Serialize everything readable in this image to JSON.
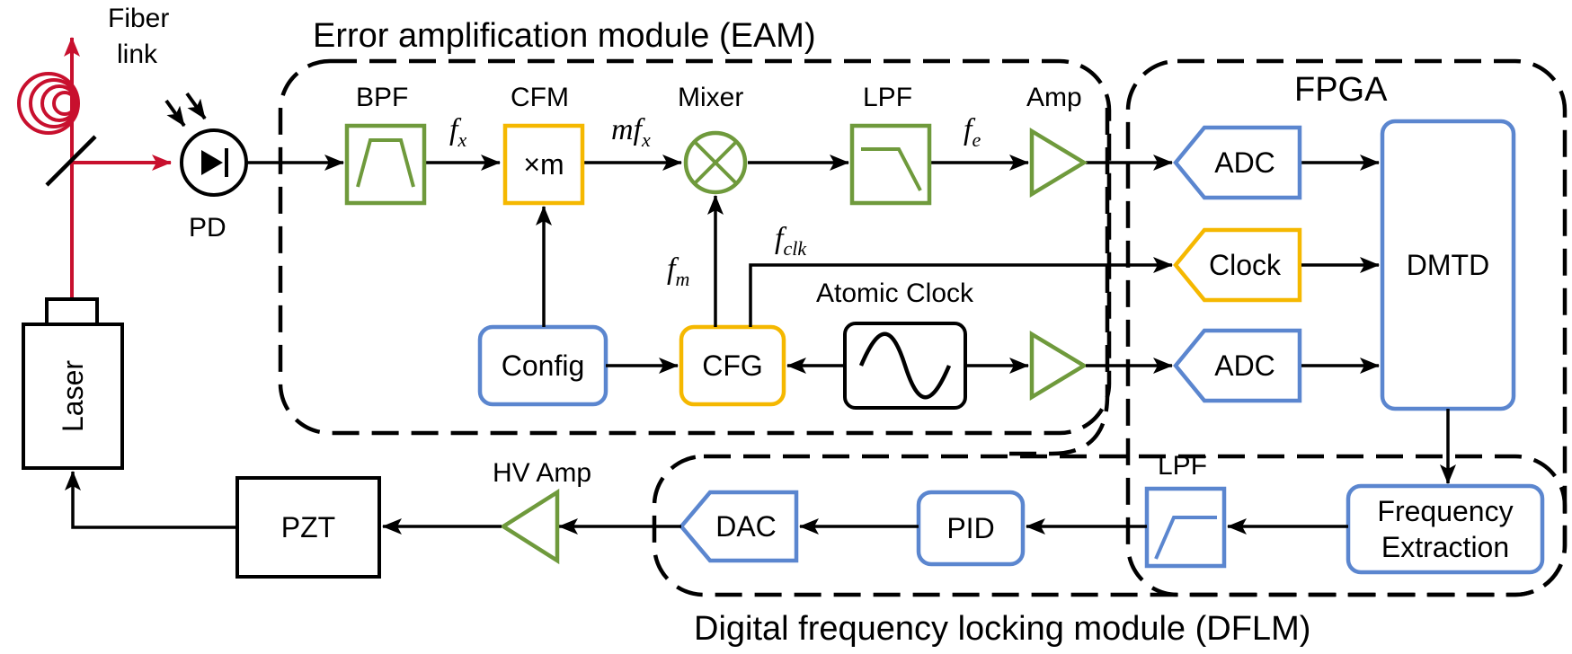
{
  "fiber": {
    "line1": "Fiber",
    "line2": "link"
  },
  "modules": {
    "eam": "Error amplification module (EAM)",
    "fpga": "FPGA",
    "dflm": "Digital frequency locking module (DFLM)"
  },
  "labels": {
    "bpf": "BPF",
    "cfm": "CFM",
    "mixer": "Mixer",
    "lpf_top": "LPF",
    "amp": "Amp",
    "pd": "PD",
    "atomic_clock": "Atomic Clock",
    "hv_amp": "HV Amp",
    "lpf_bottom": "LPF"
  },
  "boxes": {
    "multiplier": "×m",
    "config": "Config",
    "cfg": "CFG",
    "adc1": "ADC",
    "clock": "Clock",
    "adc2": "ADC",
    "dmtd": "DMTD",
    "freq_line1": "Frequency",
    "freq_line2": "Extraction",
    "pid": "PID",
    "dac": "DAC",
    "pzt": "PZT",
    "laser": "Laser"
  },
  "signals": {
    "fx_main": "f",
    "fx_sub": "x",
    "mfx_pre": "mf",
    "mfx_sub": "x",
    "fe_main": "f",
    "fe_sub": "e",
    "fm_main": "f",
    "fm_sub": "m",
    "fclk_main": "f",
    "fclk_sub": "clk"
  },
  "colors": {
    "filter_amp": "#6f9a3c",
    "frequency_gen": "#f5b800",
    "digital": "#5b86cf",
    "optical": "#c8102e"
  }
}
